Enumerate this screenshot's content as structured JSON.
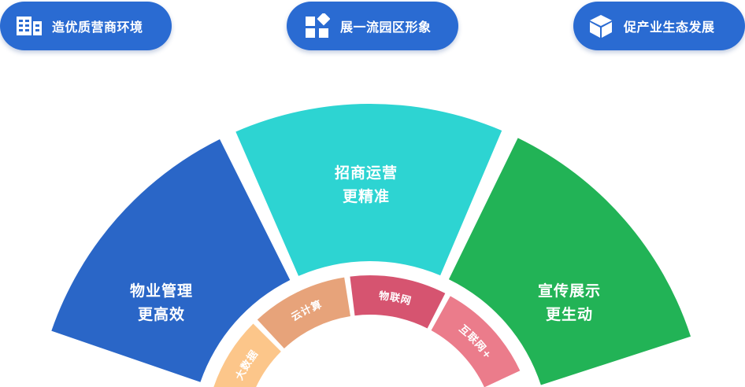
{
  "top_buttons": [
    {
      "label": "造优质营商环境",
      "icon": "building-icon"
    },
    {
      "label": "展一流园区形象",
      "icon": "blocks-icon"
    },
    {
      "label": "促产业生态发展",
      "icon": "cube-icon"
    }
  ],
  "outer_segments": [
    {
      "line1": "物业管理",
      "line2": "更高效",
      "color": "#2a66c7"
    },
    {
      "line1": "招商运营",
      "line2": "更精准",
      "color": "#2dd4d2"
    },
    {
      "line1": "宣传展示",
      "line2": "更生动",
      "color": "#22b356"
    }
  ],
  "inner_segments": [
    {
      "label": "大数据",
      "color": "#fcc68a"
    },
    {
      "label": "云计算",
      "color": "#e7a37a"
    },
    {
      "label": "物联网",
      "color": "#d65470"
    },
    {
      "label": "互联网+",
      "color": "#eb7c8b"
    }
  ],
  "colors": {
    "button_bg": "#2a6bd2"
  }
}
